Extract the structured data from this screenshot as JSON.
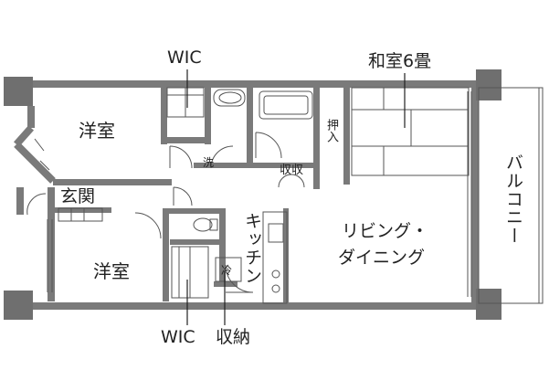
{
  "labels": {
    "wic_top": "WIC",
    "washitsu": "和室6畳",
    "youshitsu_upper": "洋室",
    "oshiire": "押入",
    "sen": "洗",
    "shuushuu": "収収",
    "genkan": "玄関",
    "kitchen": "キッチン",
    "living_line1": "リビング・",
    "living_line2": "ダイニング",
    "balcony": "バルコニー",
    "youshitsu_lower": "洋室",
    "rei": "冷",
    "wic_bottom": "WIC",
    "shuunou": "収納"
  },
  "colors": {
    "wall": "#7a7a7a",
    "column": "#6f6f6f",
    "line": "#555555"
  }
}
